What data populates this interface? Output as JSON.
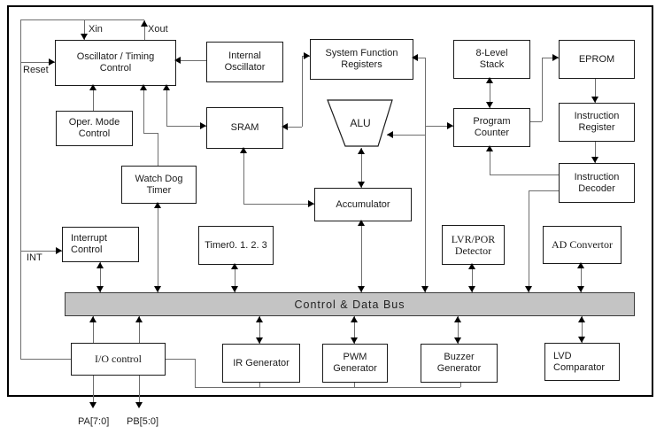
{
  "bus": {
    "label": "Control & Data Bus",
    "fill_color": "#c4c4c4"
  },
  "appearance": {
    "line_color": "#6e6e6e",
    "box_border_color": "#1a1a1a",
    "background": "#ffffff"
  },
  "labels": {
    "xin": "Xin",
    "xout": "Xout",
    "reset": "Reset",
    "int": "INT",
    "pa": "PA[7:0]",
    "pb": "PB[5:0]"
  },
  "blocks": {
    "oscillator": {
      "label": "Oscillator / Timing\nControl"
    },
    "oper_mode": {
      "label": "Oper. Mode\nControl"
    },
    "internal_osc": {
      "label": "Internal\nOscillator"
    },
    "sfr": {
      "label": "System Function\nRegisters"
    },
    "stack": {
      "label": "8-Level\nStack"
    },
    "eprom": {
      "label": "EPROM"
    },
    "sram": {
      "label": "SRAM"
    },
    "alu": {
      "label": "ALU"
    },
    "program_counter": {
      "label": "Program\nCounter"
    },
    "instruction_register": {
      "label": "Instruction\nRegister"
    },
    "watchdog": {
      "label": "Watch Dog\nTimer"
    },
    "instruction_decoder": {
      "label": "Instruction\nDecoder"
    },
    "accumulator": {
      "label": "Accumulator"
    },
    "interrupt": {
      "label": "Interrupt\nControl"
    },
    "timers": {
      "label": "Timer0. 1. 2. 3"
    },
    "lvr_por": {
      "label": "LVR/POR\nDetector"
    },
    "ad_convertor": {
      "label": "AD Convertor"
    },
    "io_control": {
      "label": "I/O control"
    },
    "ir_generator": {
      "label": "IR Generator"
    },
    "pwm_generator": {
      "label": "PWM\nGenerator"
    },
    "buzzer_generator": {
      "label": "Buzzer\nGenerator"
    },
    "lvd_comparator": {
      "label": "LVD\nComparator"
    }
  }
}
